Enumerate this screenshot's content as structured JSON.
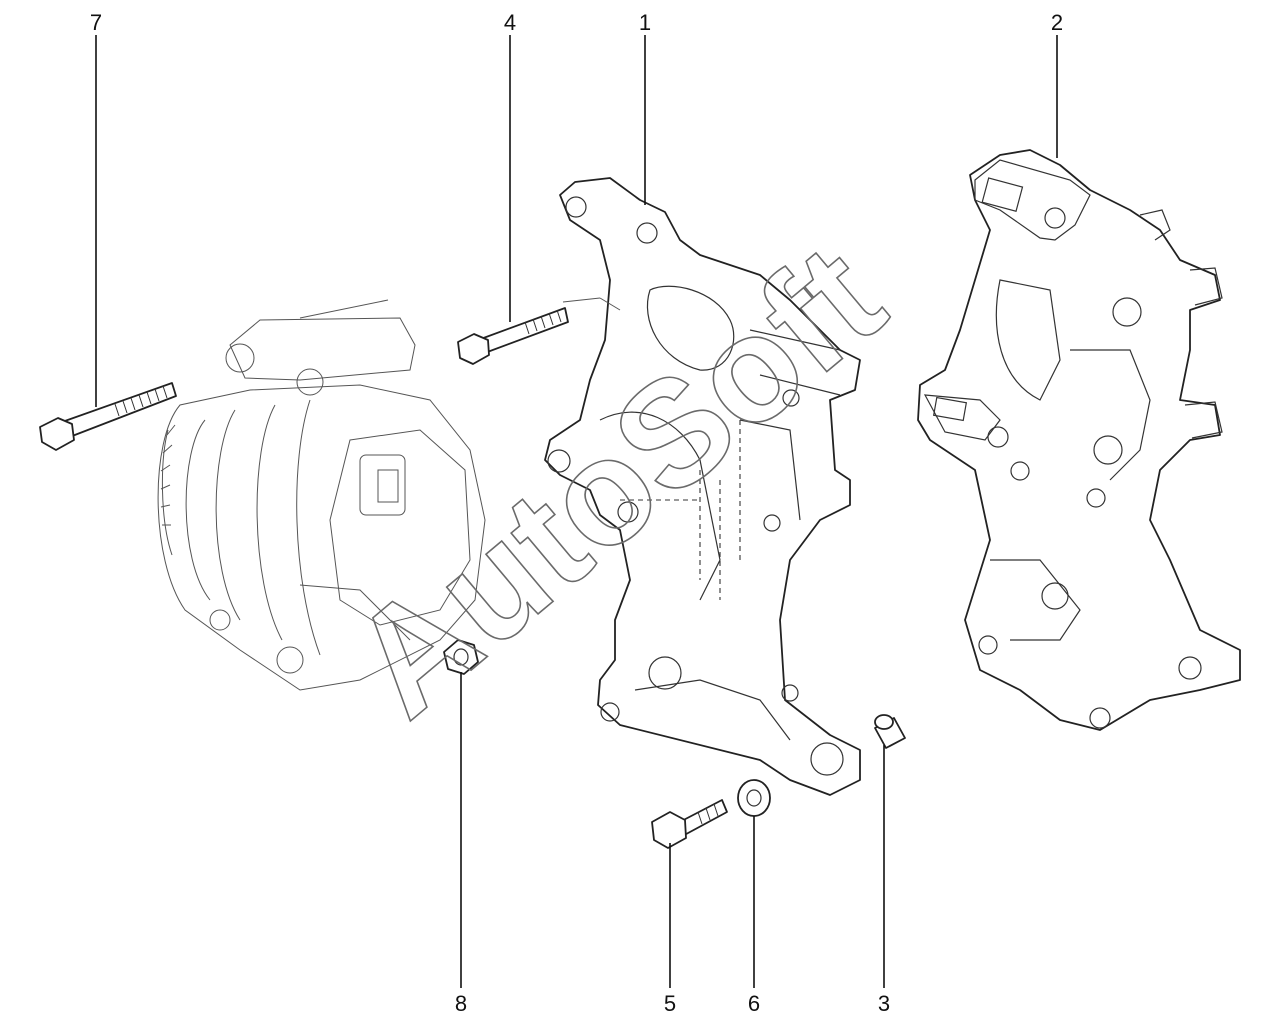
{
  "watermark": "AutoSoft",
  "callouts": {
    "c1": "1",
    "c2": "2",
    "c3": "3",
    "c4": "4",
    "c5": "5",
    "c6": "6",
    "c7": "7",
    "c8": "8"
  }
}
